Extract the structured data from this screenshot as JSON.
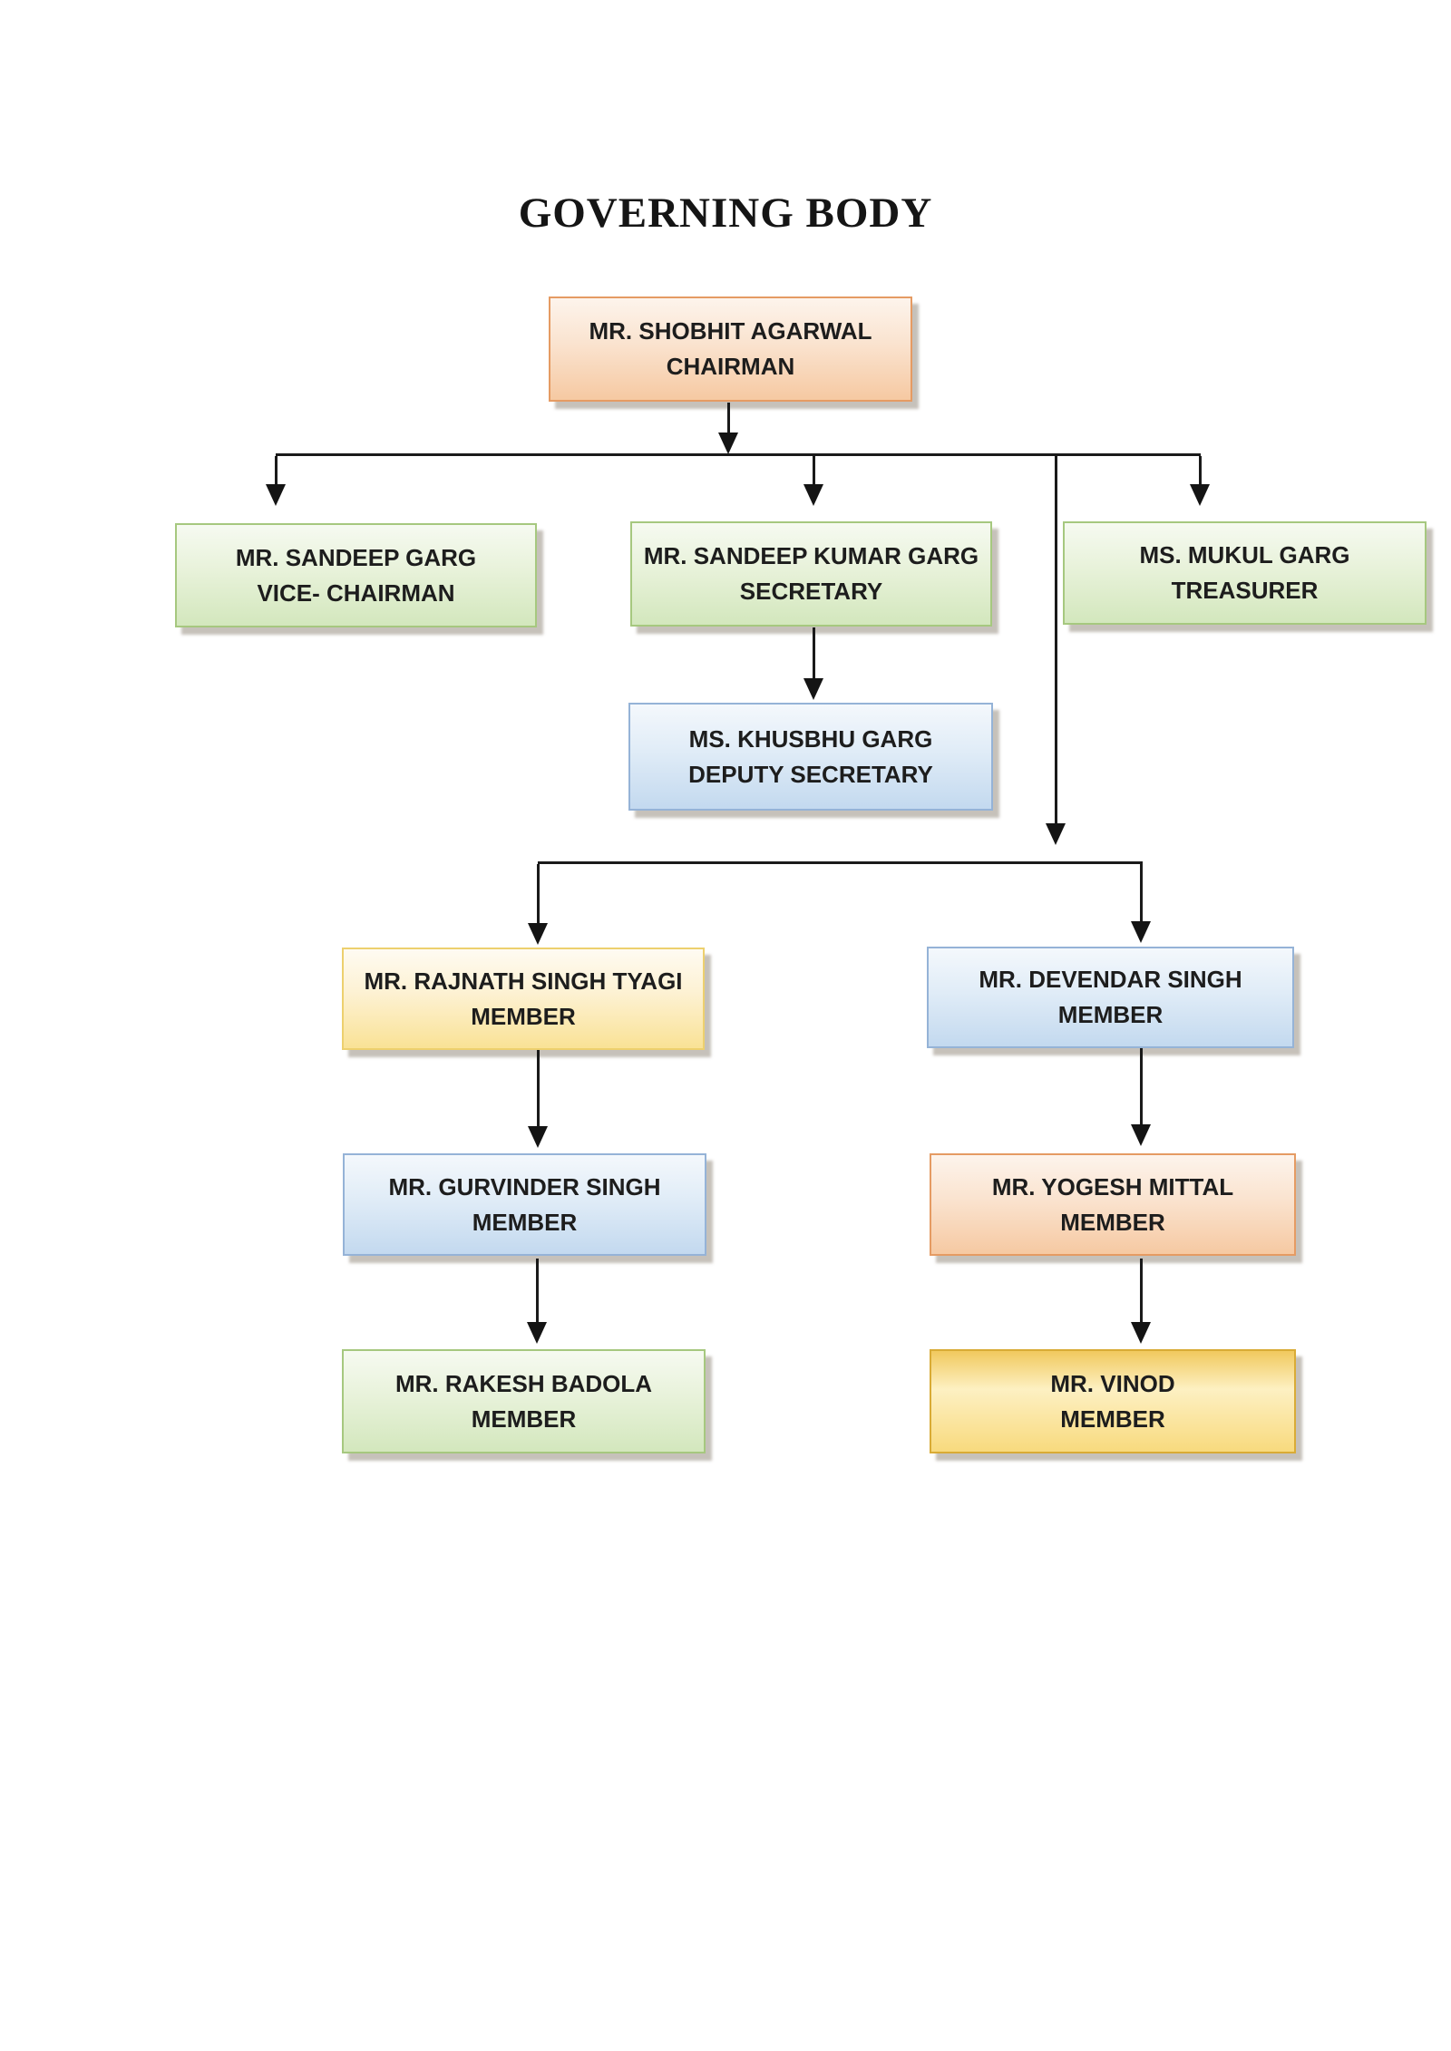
{
  "page": {
    "title": "GOVERNING BODY",
    "background": "#ffffff"
  },
  "org": {
    "chairman": {
      "name": "MR. SHOBHIT AGARWAL",
      "role": "CHAIRMAN",
      "theme": "peach"
    },
    "vice_chairman": {
      "name": "MR. SANDEEP GARG",
      "role": "VICE- CHAIRMAN",
      "theme": "green"
    },
    "secretary": {
      "name": "MR. SANDEEP KUMAR GARG",
      "role": "SECRETARY",
      "theme": "green"
    },
    "treasurer": {
      "name": "MS. MUKUL GARG",
      "role": "TREASURER",
      "theme": "green"
    },
    "deputy_secretary": {
      "name": "MS. KHUSBHU GARG",
      "role": "DEPUTY SECRETARY",
      "theme": "blue"
    },
    "member_rajnath": {
      "name": "MR. RAJNATH SINGH TYAGI",
      "role": "MEMBER",
      "theme": "yellow"
    },
    "member_devendar": {
      "name": "MR. DEVENDAR SINGH",
      "role": "MEMBER",
      "theme": "blue"
    },
    "member_gurvinder": {
      "name": "MR. GURVINDER SINGH",
      "role": "MEMBER",
      "theme": "blue"
    },
    "member_yogesh": {
      "name": "MR. YOGESH MITTAL",
      "role": "MEMBER",
      "theme": "peach"
    },
    "member_rakesh": {
      "name": "MR. RAKESH BADOLA",
      "role": "MEMBER",
      "theme": "green"
    },
    "member_vinod": {
      "name": "MR. VINOD",
      "role": "MEMBER",
      "theme": "gold"
    }
  },
  "connections": [
    {
      "from": "chairman",
      "to": "vice_chairman"
    },
    {
      "from": "chairman",
      "to": "secretary"
    },
    {
      "from": "chairman",
      "to": "treasurer"
    },
    {
      "from": "chairman",
      "to": "member_rajnath"
    },
    {
      "from": "chairman",
      "to": "member_devendar"
    },
    {
      "from": "secretary",
      "to": "deputy_secretary"
    },
    {
      "from": "member_rajnath",
      "to": "member_gurvinder"
    },
    {
      "from": "member_gurvinder",
      "to": "member_rakesh"
    },
    {
      "from": "member_devendar",
      "to": "member_yogesh"
    },
    {
      "from": "member_yogesh",
      "to": "member_vinod"
    }
  ],
  "colors": {
    "line": "#1a1a1a",
    "peach_border": "#e59b63",
    "peach_fill": "#f6c9a2",
    "green_border": "#a6c87f",
    "green_fill": "#d3e7bd",
    "blue_border": "#95b3d7",
    "blue_fill": "#c3d9ef",
    "yellow_border": "#edd06e",
    "yellow_fill": "#f9e296",
    "gold_border": "#d9ab36",
    "gold_fill": "#f8da7e"
  }
}
